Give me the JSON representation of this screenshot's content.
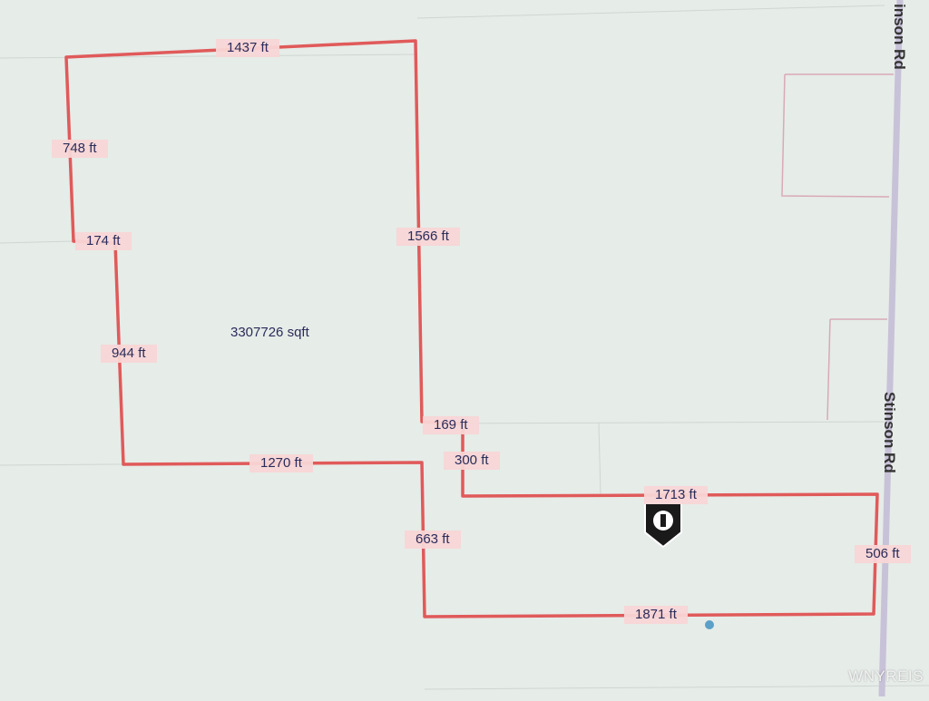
{
  "map": {
    "area": "3307726 sqft",
    "road_name": "Stinson Rd",
    "road_name_top": "inson Rd",
    "watermark": "WNYREIS",
    "colors": {
      "background": "#e6ece8",
      "boundary": "#e05a5a",
      "parcel_line": "#d8a9b8",
      "road": "#c8c2d8",
      "label_bg": "#f8d6d6",
      "label_text": "#2a2c5a"
    },
    "marker_icon": "location-badge-icon",
    "measurements": [
      "1437 ft",
      "748 ft",
      "174 ft",
      "1566 ft",
      "944 ft",
      "169 ft",
      "1270 ft",
      "300 ft",
      "1713 ft",
      "663 ft",
      "506 ft",
      "1871 ft"
    ]
  }
}
